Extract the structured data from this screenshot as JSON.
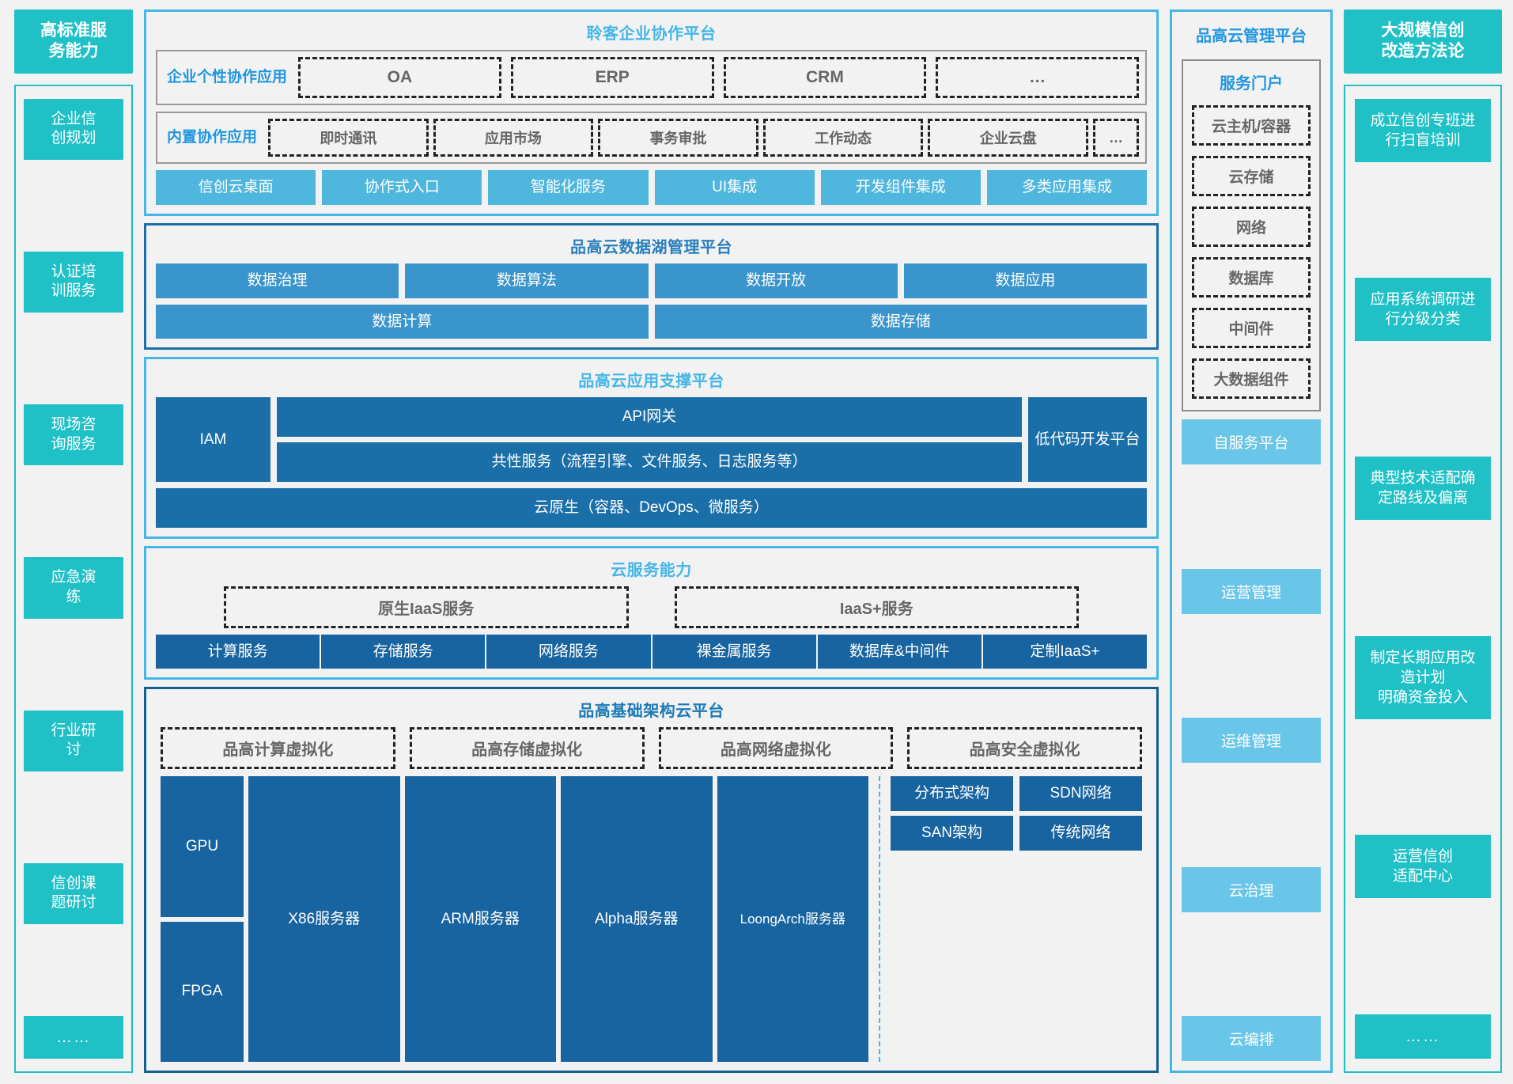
{
  "left_column": {
    "header": "高标准服务\n能力",
    "header_line1": "高标准服",
    "header_line2": "务能力",
    "items": [
      "企业信\n创规划",
      "认证培\n训服务",
      "现场咨\n询服务",
      "应急演\n练",
      "行业研\n讨",
      "信创课\n题研讨",
      "……"
    ]
  },
  "collab_platform": {
    "title": "聆客企业协作平台",
    "custom_apps": {
      "label": "企业个性\n协作应用",
      "items": [
        "OA",
        "ERP",
        "CRM",
        "…"
      ]
    },
    "builtin_apps": {
      "label": "内置协\n作应用",
      "items": [
        "即时通讯",
        "应用市场",
        "事务审批",
        "工作动态",
        "企业云盘",
        "…"
      ]
    },
    "capabilities": [
      "信创云\n桌面",
      "协作式\n入口",
      "智能化\n服务",
      "UI集成",
      "开发组件\n集成",
      "多类应用\n集成"
    ]
  },
  "data_lake": {
    "title": "品高云数据湖管理平台",
    "row1": [
      "数据治理",
      "数据算法",
      "数据开放",
      "数据应用"
    ],
    "row2": [
      "数据计算",
      "数据存储"
    ]
  },
  "app_support": {
    "title": "品高云应用支撑平台",
    "iam": "IAM",
    "api_gateway": "API网关",
    "common_services": "共性服务（流程引擎、文件服务、日志服务等）",
    "lowcode": "低代码\n开发平台",
    "cloud_native": "云原生（容器、DevOps、微服务）"
  },
  "cloud_service": {
    "title": "云服务能力",
    "dash_groups": [
      "原生IaaS服务",
      "IaaS+服务"
    ],
    "services": [
      "计算服务",
      "存储服务",
      "网络服务",
      "裸金属\n服务",
      "数据库&中\n间件",
      "定制IaaS+"
    ]
  },
  "infrastructure": {
    "title": "品高基础架构云平台",
    "virtualization": [
      "品高计算虚拟化",
      "品高存储虚拟化",
      "品高网络虚拟化",
      "品高安全虚拟化"
    ],
    "accelerators": [
      "GPU",
      "FPGA"
    ],
    "servers": [
      "X86\n服务器",
      "ARM\n服务器",
      "Alpha\n服务器",
      "LoongArch\n服务器"
    ],
    "storage_network": [
      "分布式架构",
      "SDN网络",
      "SAN架构",
      "传统网络"
    ]
  },
  "cloud_mgmt": {
    "title": "品高云管理平台",
    "portal": {
      "title": "服务门户",
      "items": [
        "云主机/容器",
        "云存储",
        "网络",
        "数据库",
        "中间件",
        "大数据组件"
      ]
    },
    "tiles": [
      "自服务平台",
      "运营管理",
      "运维管理",
      "云治理",
      "云编排"
    ]
  },
  "methodology": {
    "header_line1": "大规模信创",
    "header_line2": "改造方法论",
    "items": [
      "成立信创专班进\n行扫盲培训",
      "应用系统调研进\n行分级分类",
      "典型技术适配确\n定路线及偏离",
      "制定长期应用改\n造计划\n明确资金投入",
      "运营信创\n适配中心",
      "……"
    ]
  },
  "colors": {
    "teal": "#20c0c7",
    "sky": "#45b6e8",
    "navy": "#1b6fa8",
    "deep": "#12608f",
    "accent_blue": "#2196e0"
  }
}
